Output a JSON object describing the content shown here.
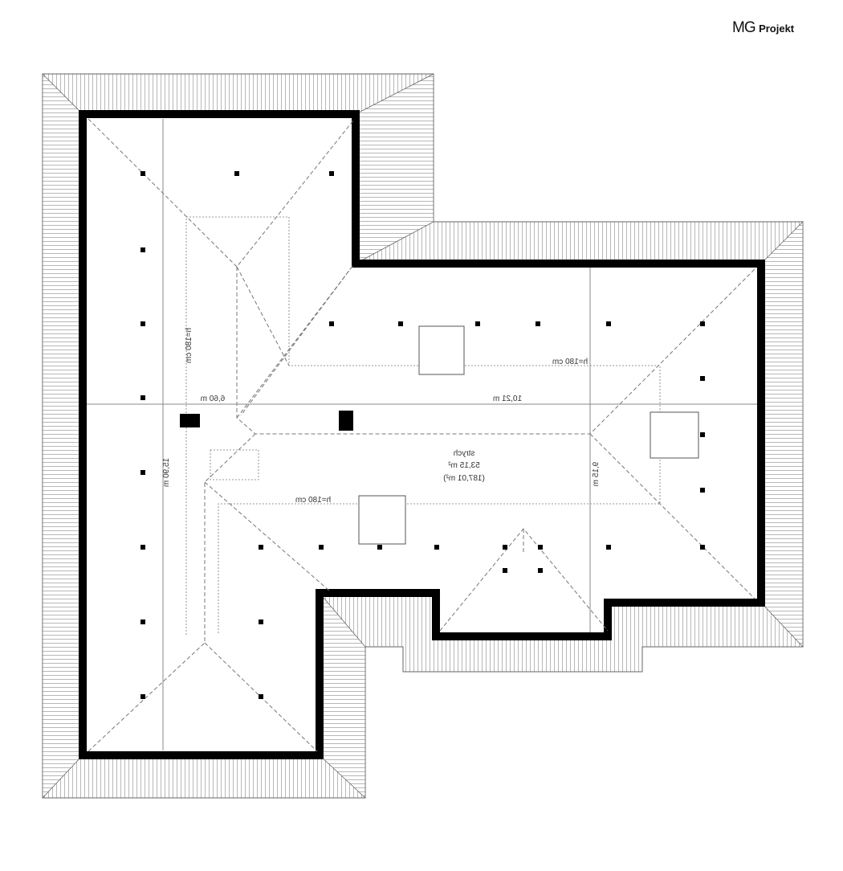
{
  "brand": {
    "name_part1": "MG",
    "name_part2": "Projekt"
  },
  "plan": {
    "room_name": "strych",
    "room_area": "53,15 m²",
    "room_area_total": "(187,01 m²)",
    "dim_left_height": "15,90 m",
    "dim_left_width": "6,60 m",
    "dim_right_width": "10,21 m",
    "dim_right_height": "9,15 m",
    "height_line_1": "h=180 cm",
    "height_line_2": "h=180 cm",
    "height_line_3": "h=180 cm",
    "mirrored_text": true
  }
}
